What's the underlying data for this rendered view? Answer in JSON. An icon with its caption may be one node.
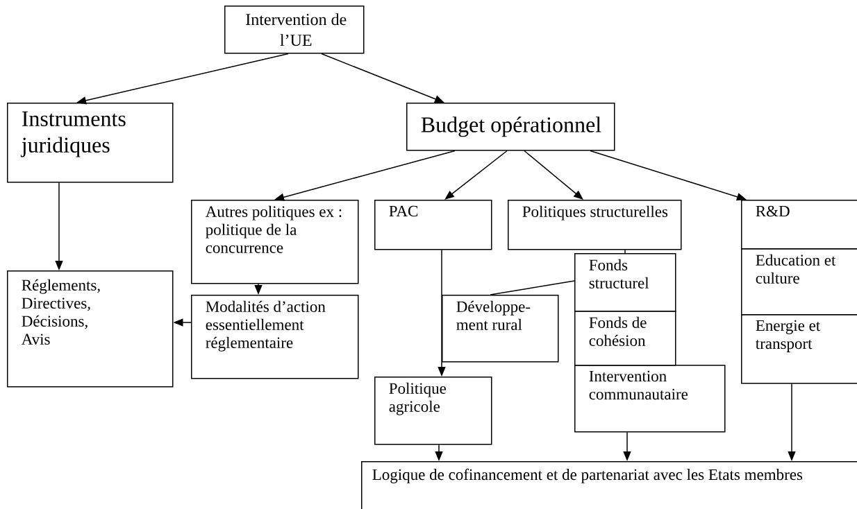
{
  "diagram": {
    "nodes": [
      {
        "text": [
          "Intervention de l’UE"
        ]
      },
      {
        "text": [
          "Instruments juridiques"
        ]
      },
      {
        "text": [
          "Budget opérationnel"
        ]
      },
      {
        "text": [
          "Autres politiques ex : politique de la concurrence"
        ]
      },
      {
        "text": [
          "PAC"
        ]
      },
      {
        "text": [
          "Politiques structurelles"
        ]
      },
      {
        "text": [
          "R&D"
        ]
      },
      {
        "text": [
          "Education et culture"
        ]
      },
      {
        "text": [
          "Energie et transport"
        ]
      },
      {
        "text": [
          "Réglements, Directives, Décisions, Avis"
        ]
      },
      {
        "text": [
          "Fonds structurel"
        ]
      },
      {
        "text": [
          "Modalités d’action essentiellement réglementaire"
        ]
      },
      {
        "text": [
          "Développe- ment rural"
        ]
      },
      {
        "text": [
          "Fonds de cohésion"
        ]
      },
      {
        "text": [
          "Politique agricole"
        ]
      },
      {
        "text": [
          "Intervention communautaire"
        ]
      },
      {
        "text": [
          "Logique de cofinancement et de partenariat avec les Etats membres"
        ]
      }
    ],
    "edges": [
      {
        "from": 0,
        "to": 1,
        "arrow": "to"
      },
      {
        "from": 0,
        "to": 2,
        "arrow": "to"
      },
      {
        "from": 2,
        "to": 3,
        "arrow": "to"
      },
      {
        "from": 2,
        "to": 4,
        "arrow": "to"
      },
      {
        "from": 2,
        "to": 5,
        "arrow": "to"
      },
      {
        "from": 2,
        "to": 6,
        "arrow": "to"
      },
      {
        "from": 1,
        "to": 9,
        "arrow": "to"
      },
      {
        "from": 3,
        "to": 11,
        "arrow": "to"
      },
      {
        "from": 11,
        "to": 9,
        "arrow": "to"
      },
      {
        "from": 4,
        "to": 14,
        "arrow": "to"
      },
      {
        "from": 5,
        "to": 10,
        "arrow": "none"
      },
      {
        "from": 10,
        "to": 12,
        "arrow": "none"
      },
      {
        "from": 14,
        "to": 16,
        "arrow": "to"
      },
      {
        "from": 15,
        "to": 16,
        "arrow": "to"
      },
      {
        "from": 8,
        "to": 16,
        "arrow": "to"
      }
    ]
  }
}
